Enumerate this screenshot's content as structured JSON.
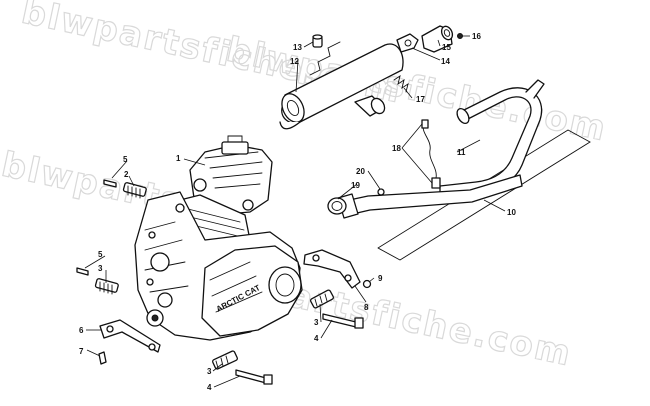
{
  "watermarks": [
    "blwpartsfiche.com",
    "blwpartsfiche.com",
    "blwparts",
    "blwpartsfiche.com"
  ],
  "callouts": {
    "c1": "1",
    "c2": "2",
    "c3a": "3",
    "c3b": "3",
    "c3c": "3",
    "c4a": "4",
    "c4b": "4",
    "c5a": "5",
    "c5b": "5",
    "c6": "6",
    "c7": "7",
    "c8": "8",
    "c9": "9",
    "c10": "10",
    "c11": "11",
    "c12": "12",
    "c13": "13",
    "c14": "14",
    "c15": "15",
    "c16": "16",
    "c17": "17",
    "c18": "18",
    "c19": "19",
    "c20": "20"
  },
  "engine_cover_text": "ARCTIC CAT"
}
